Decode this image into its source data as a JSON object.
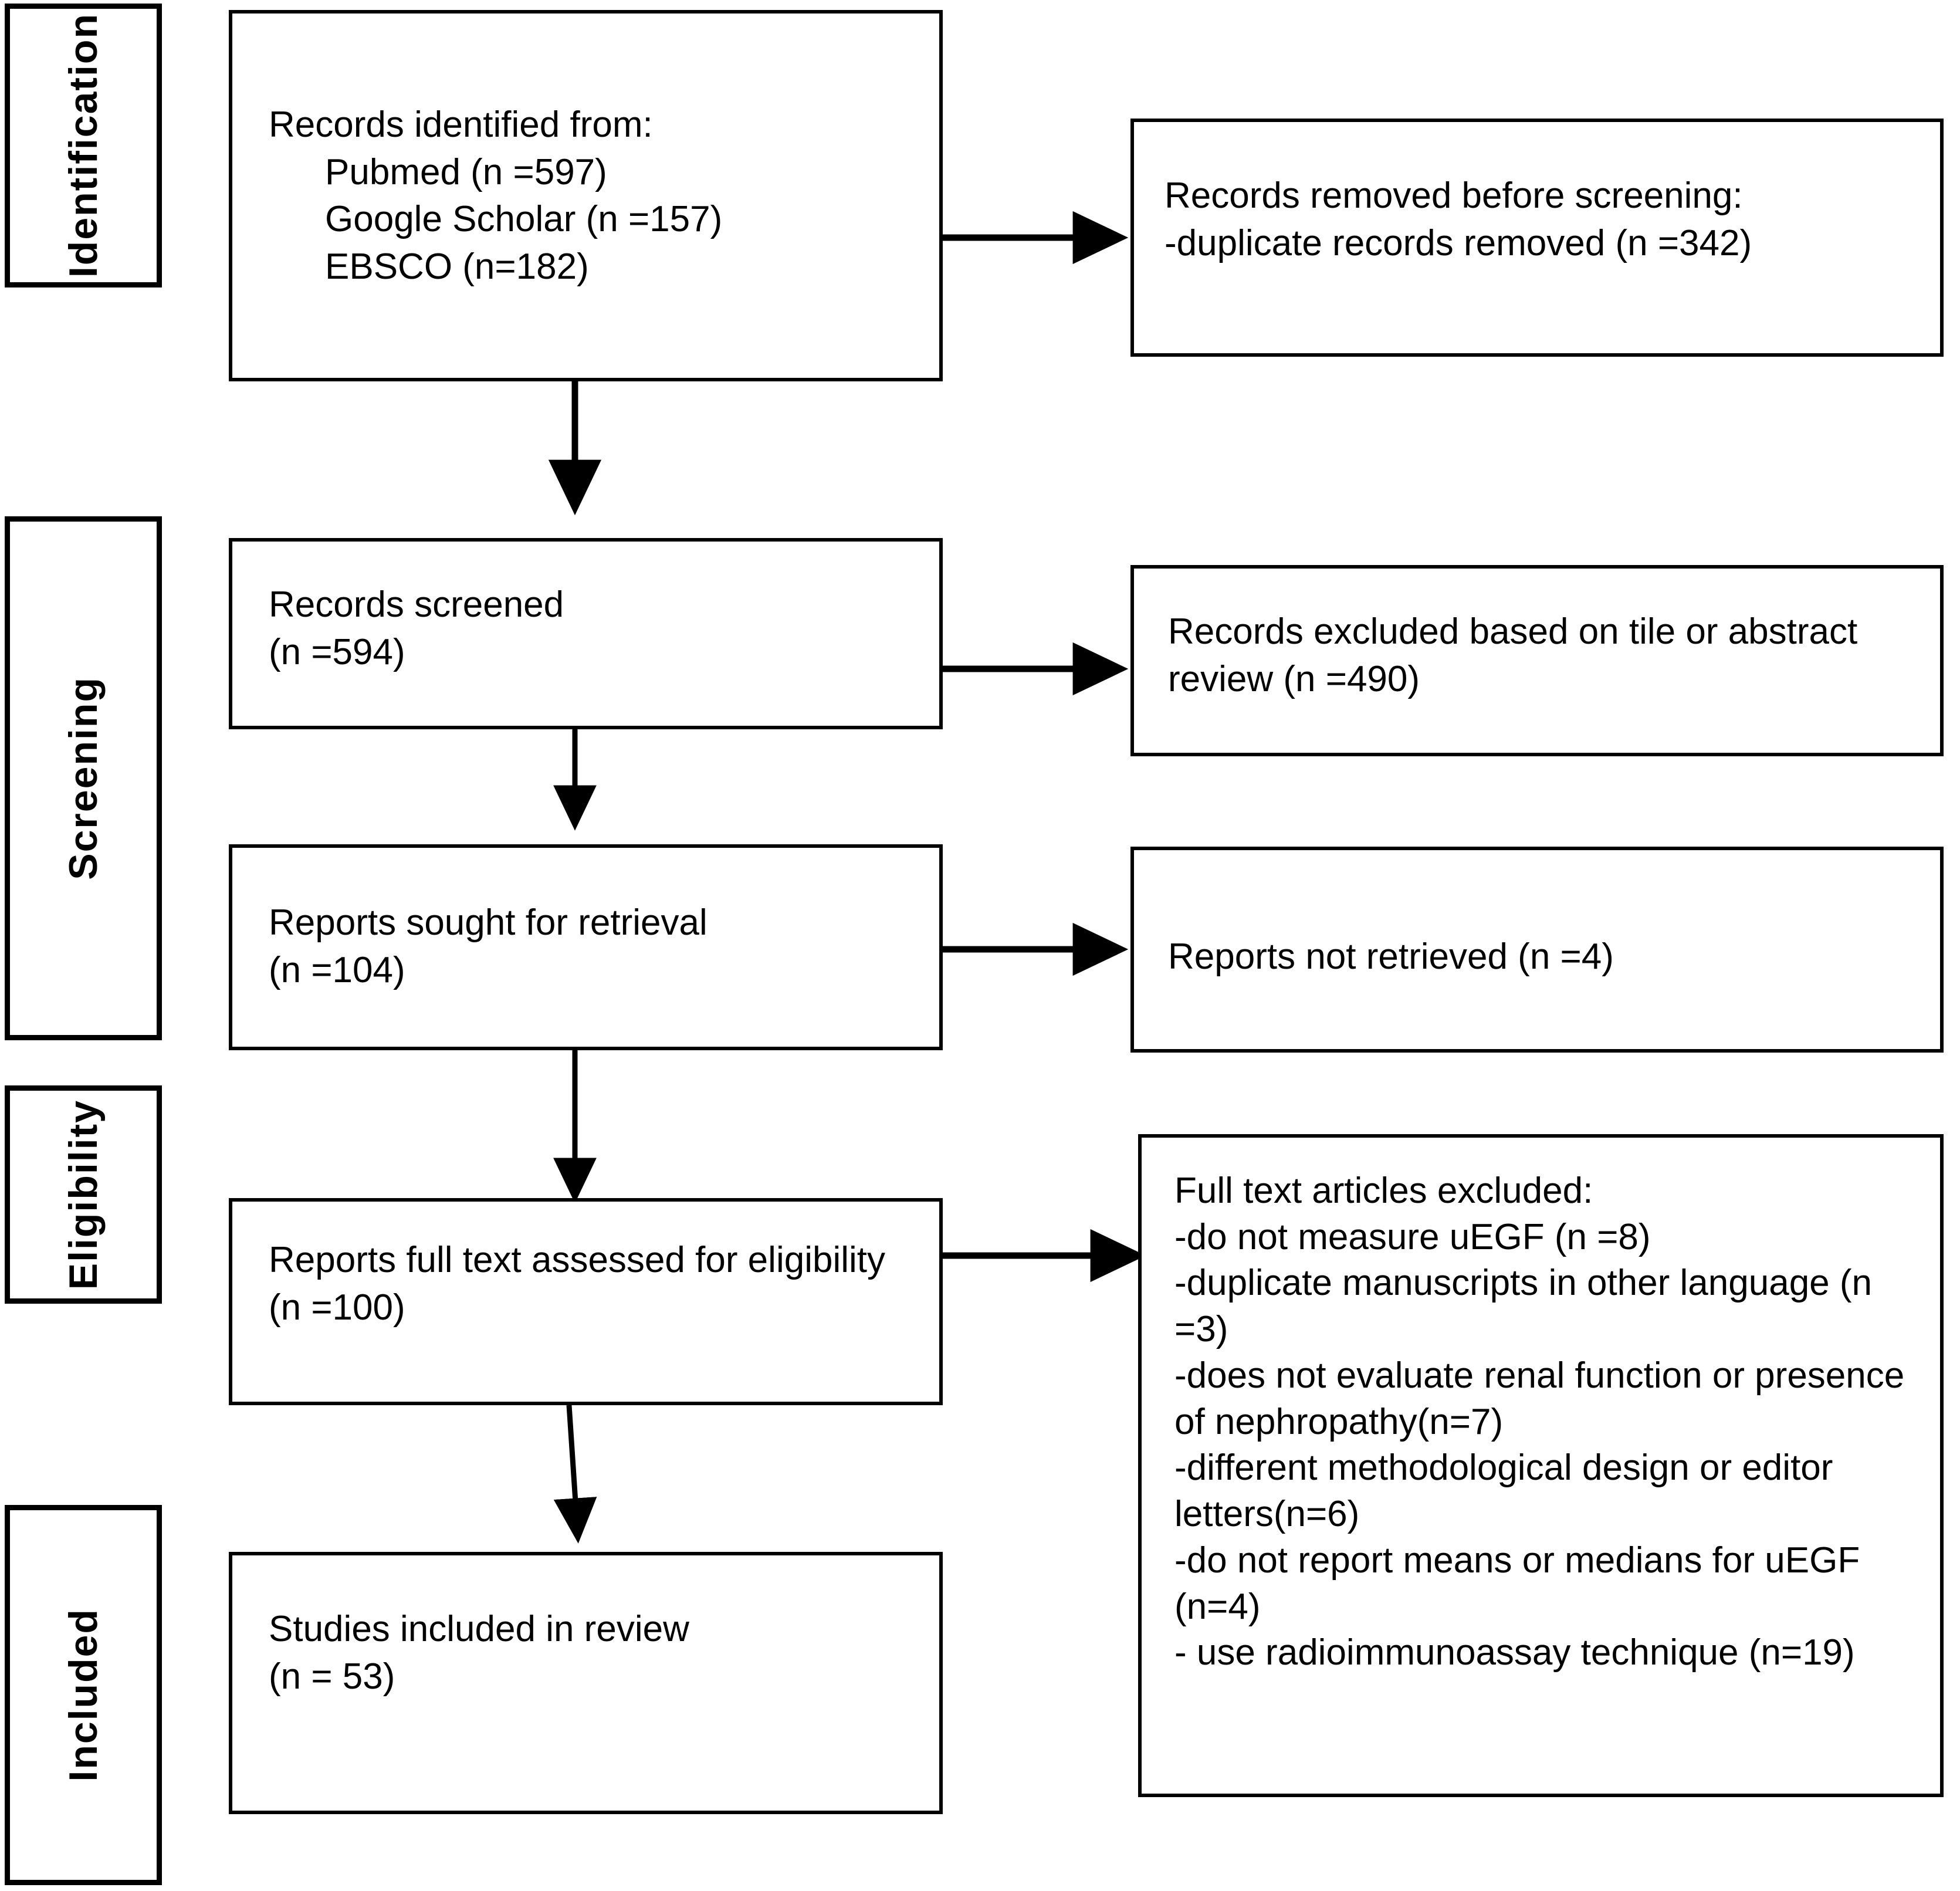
{
  "diagram": {
    "type": "prisma-flow-diagram",
    "stages": [
      {
        "id": "identification",
        "label": "Identification"
      },
      {
        "id": "screening",
        "label": "Screening"
      },
      {
        "id": "eligibility",
        "label": "Eligibility"
      },
      {
        "id": "included",
        "label": "Included"
      }
    ],
    "boxes": {
      "records_identified": {
        "title": "Records identified from:",
        "sources": [
          "Pubmed (n =597)",
          "Google Scholar (n =157)",
          "EBSCO (n=182)"
        ]
      },
      "records_removed": {
        "title": "Records removed before screening:",
        "items": [
          "-duplicate records removed (n =342)"
        ]
      },
      "records_screened": {
        "title": "Records screened",
        "count": "(n =594)"
      },
      "records_excluded": {
        "text": "Records excluded based on tile or abstract review (n =490)"
      },
      "reports_sought": {
        "title": "Reports sought for retrieval",
        "count": "(n =104)"
      },
      "reports_not_retrieved": {
        "text": "Reports not retrieved (n =4)"
      },
      "reports_assessed": {
        "title": "Reports full text assessed for eligibility",
        "count": "(n =100)"
      },
      "full_text_excluded": {
        "title": "Full text articles excluded:",
        "items": [
          "-do not measure uEGF (n =8)",
          "-duplicate manuscripts in other language (n =3)",
          "-does not evaluate renal function or presence of nephropathy(n=7)",
          "-different methodological design or editor letters(n=6)",
          "-do not report means or medians for uEGF (n=4)",
          "- use radioimmunoassay technique (n=19)"
        ]
      },
      "studies_included": {
        "title": "Studies included in review",
        "count": "(n = 53)"
      }
    },
    "colors": {
      "stroke": "#000000",
      "fill": "#ffffff",
      "text": "#000000"
    }
  }
}
